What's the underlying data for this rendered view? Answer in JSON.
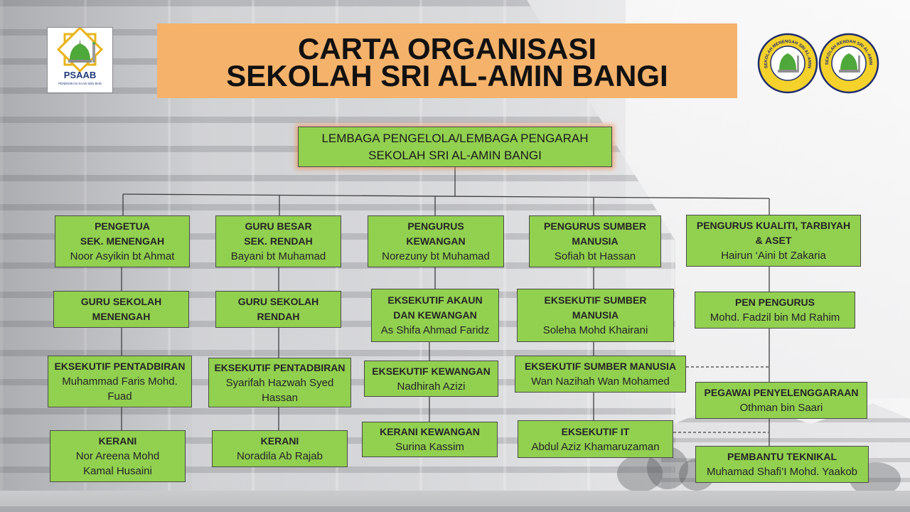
{
  "header": {
    "title_line1": "CARTA ORGANISASI",
    "title_line2": "SEKOLAH SRI AL-AMIN BANGI"
  },
  "logos": {
    "psaab": {
      "name": "PSAAB",
      "tagline": "PENDIDIKAN SAAB SDN BHD",
      "icon": "star-mosque-emblem-icon"
    },
    "sekolah_menengah": {
      "ring_text": "SEKOLAH MENENGAH SRI AL-AMIN",
      "icon": "mosque-dome-icon"
    },
    "sekolah_rendah": {
      "ring_text": "SEKOLAH RENDAH SRI AL-AMIN",
      "icon": "mosque-dome-icon"
    }
  },
  "board": {
    "line1": "LEMBAGA PENGELOLA/LEMBAGA PENGARAH",
    "line2": "SEKOLAH SRI AL-AMIN BANGI"
  },
  "columns": [
    {
      "boxes": [
        {
          "title": [
            "PENGETUA",
            "SEK. MENENGAH"
          ],
          "name": [
            "Noor Asyikin bt Ahmat"
          ]
        },
        {
          "title": [
            "GURU SEKOLAH",
            "MENENGAH"
          ]
        },
        {
          "title": [
            "EKSEKUTIF PENTADBIRAN"
          ],
          "name": [
            "Muhammad Faris Mohd.",
            "Fuad"
          ]
        },
        {
          "title": [
            "KERANI"
          ],
          "name": [
            "Nor Areena Mohd",
            "Kamal Husaini"
          ]
        }
      ]
    },
    {
      "boxes": [
        {
          "title": [
            "GURU BESAR",
            "SEK. RENDAH"
          ],
          "name": [
            "Bayani bt Muhamad"
          ]
        },
        {
          "title": [
            "GURU SEKOLAH",
            "RENDAH"
          ]
        },
        {
          "title": [
            "EKSEKUTIF PENTADBIRAN"
          ],
          "name": [
            "Syarifah Hazwah Syed",
            "Hassan"
          ]
        },
        {
          "title": [
            "KERANI"
          ],
          "name": [
            "Noradila Ab Rajab"
          ]
        }
      ]
    },
    {
      "boxes": [
        {
          "title": [
            "PENGURUS",
            "KEWANGAN"
          ],
          "name": [
            "Norezuny bt Muhamad"
          ]
        },
        {
          "title": [
            "EKSEKUTIF AKAUN",
            "DAN KEWANGAN"
          ],
          "name": [
            "As Shifa Ahmad Faridz"
          ]
        },
        {
          "title": [
            "EKSEKUTIF KEWANGAN"
          ],
          "name": [
            "Nadhirah Azizi"
          ]
        },
        {
          "title": [
            "KERANI KEWANGAN"
          ],
          "name": [
            "Surina Kassim"
          ]
        }
      ]
    },
    {
      "boxes": [
        {
          "title": [
            "PENGURUS SUMBER",
            "MANUSIA"
          ],
          "name": [
            "Sofiah bt Hassan"
          ]
        },
        {
          "title": [
            "EKSEKUTIF SUMBER",
            "MANUSIA"
          ],
          "name": [
            "Soleha Mohd Khairani"
          ]
        },
        {
          "title": [
            "EKSEKUTIF SUMBER MANUSIA"
          ],
          "name": [
            "Wan Nazihah Wan Mohamed"
          ]
        },
        {
          "title": [
            "EKSEKUTIF IT"
          ],
          "name": [
            "Abdul Aziz Khamaruzaman"
          ]
        }
      ]
    },
    {
      "boxes": [
        {
          "title": [
            "PENGURUS KUALITI, TARBIYAH",
            "& ASET"
          ],
          "name": [
            "Hairun ‘Aini bt Zakaria"
          ]
        },
        {
          "title": [
            "PEN PENGURUS"
          ],
          "name": [
            "Mohd. Fadzil bin Md Rahim"
          ]
        },
        {
          "title": [
            "PEGAWAI PENYELENGGARAAN"
          ],
          "name": [
            "Othman bin Saari"
          ]
        },
        {
          "title": [
            "PEMBANTU TEKNIKAL"
          ],
          "name": [
            "Muhamad Shafi’I Mohd. Yaakob"
          ]
        }
      ]
    }
  ],
  "colors": {
    "title_banner": "#F4B26B",
    "box_fill": "#92D050",
    "box_border": "#4A4A4A",
    "connector": "#3F3F3F",
    "board_glow": "rgba(240,136,74,0.6)",
    "logo_navy": "#1E2C6E",
    "logo_gold": "#F5D22B",
    "logo_green": "#4FA83A"
  }
}
